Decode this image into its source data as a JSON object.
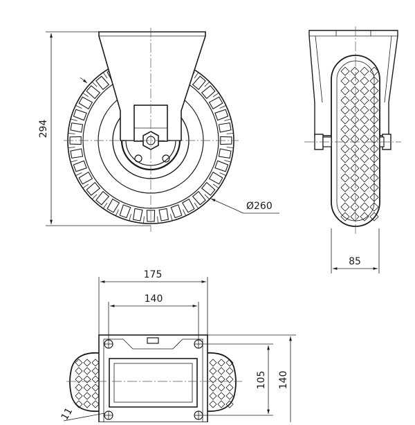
{
  "dimensions": {
    "height_total": "294",
    "wheel_diameter": "Ø260",
    "wheel_width": "85",
    "plate_width": "175",
    "hole_spacing_x": "140",
    "hole_spacing_y": "105",
    "plate_depth": "140",
    "bolt_hole": "11"
  }
}
